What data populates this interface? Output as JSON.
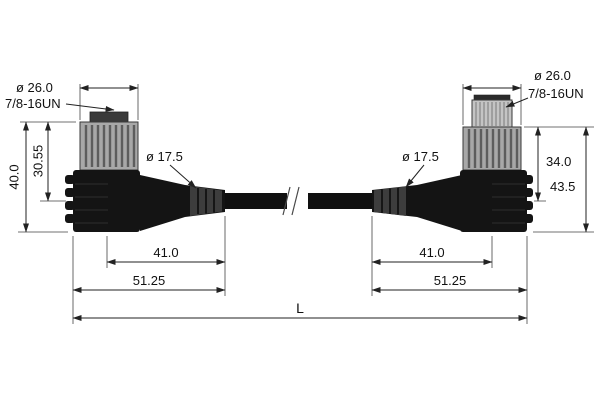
{
  "drawing": {
    "left": {
      "diameter": "ø 26.0",
      "thread": "7/8-16UN",
      "dim_height_inner": "30.55",
      "dim_height_outer": "40.0",
      "cable_diameter": "ø 17.5",
      "dim_length_inner": "41.0",
      "dim_length_outer": "51.25"
    },
    "right": {
      "diameter": "ø 26.0",
      "thread": "7/8-16UN",
      "dim_height_inner": "34.0",
      "dim_height_outer": "43.5",
      "cable_diameter": "ø 17.5",
      "dim_length_inner": "41.0",
      "dim_length_outer": "51.25"
    },
    "overall_length": "L"
  }
}
